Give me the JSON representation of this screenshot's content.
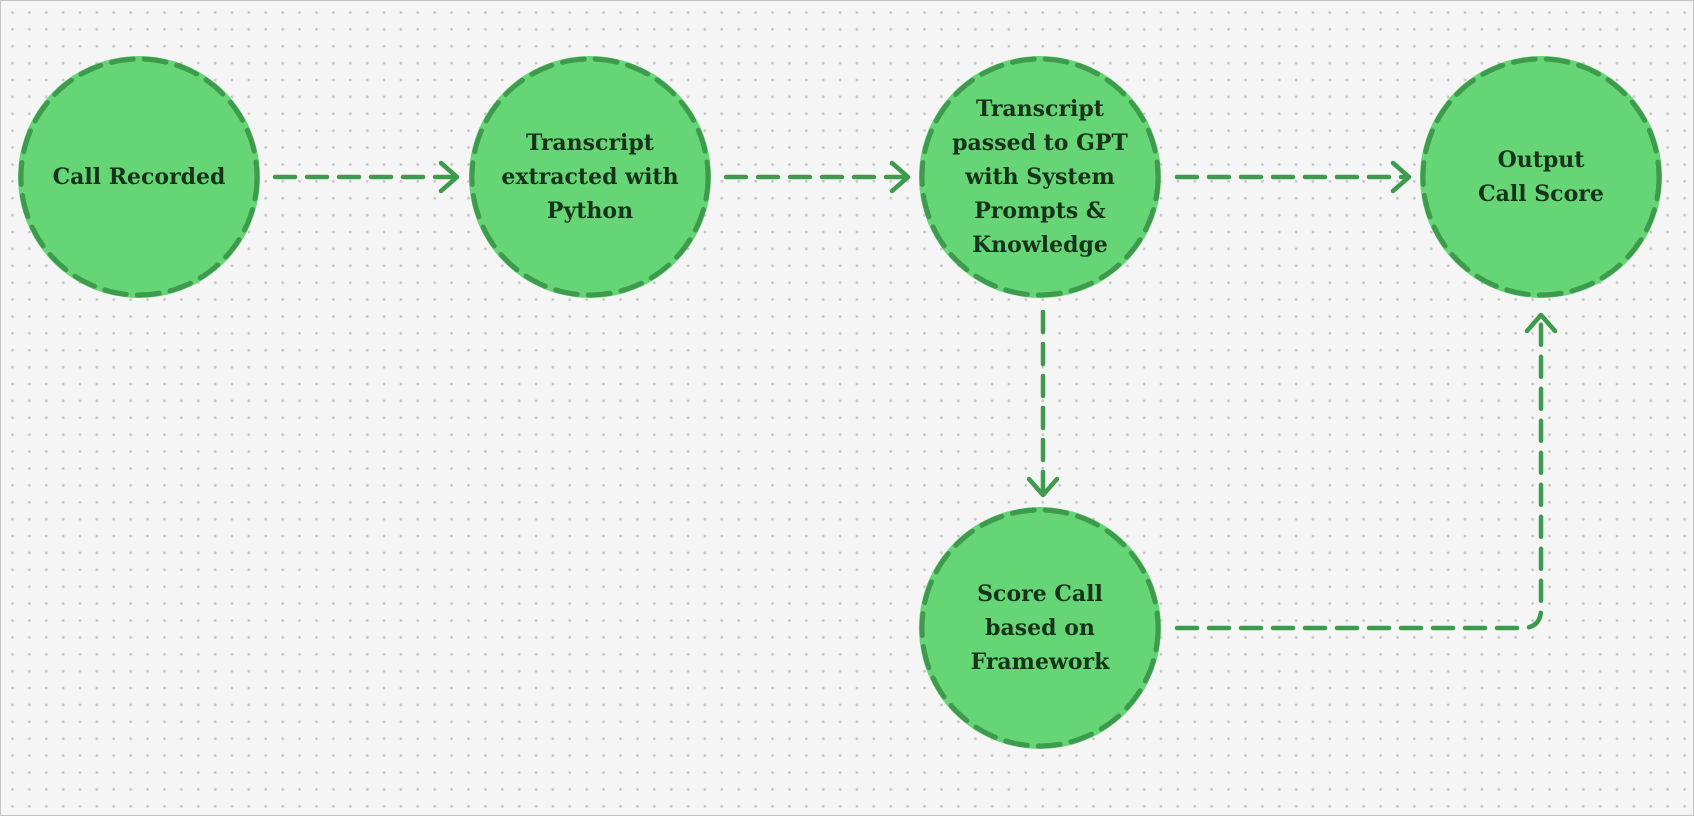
{
  "colors": {
    "node_fill": "#66d575",
    "node_border": "#3e9a4c",
    "connector": "#3e9a4c",
    "text": "#17331c",
    "background": "#f5f5f5"
  },
  "nodes": [
    {
      "id": "call-recorded",
      "label": "Call Recorded"
    },
    {
      "id": "transcript-extracted",
      "label": "Transcript extracted with Python"
    },
    {
      "id": "transcript-to-gpt",
      "label": "Transcript passed to GPT with System Prompts & Knowledge"
    },
    {
      "id": "output-call-score",
      "label": "Output Call Score"
    },
    {
      "id": "score-call",
      "label": "Score Call based on Framework"
    }
  ],
  "edges": [
    {
      "from": "call-recorded",
      "to": "transcript-extracted"
    },
    {
      "from": "transcript-extracted",
      "to": "transcript-to-gpt"
    },
    {
      "from": "transcript-to-gpt",
      "to": "output-call-score"
    },
    {
      "from": "transcript-to-gpt",
      "to": "score-call"
    },
    {
      "from": "score-call",
      "to": "output-call-score"
    }
  ]
}
